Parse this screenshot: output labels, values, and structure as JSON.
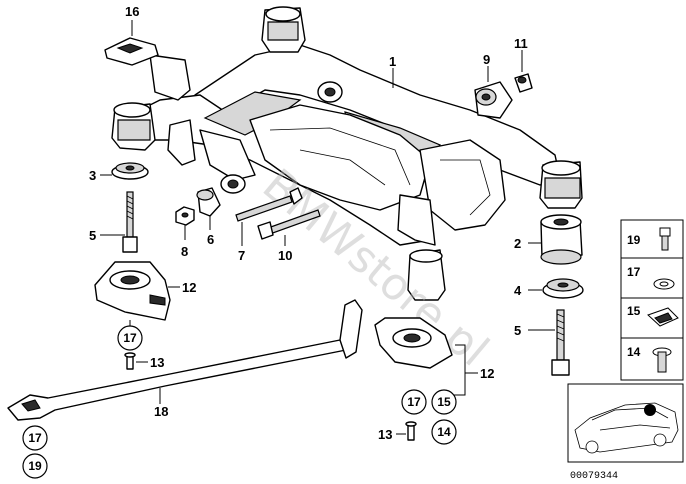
{
  "labels": {
    "p1": "1",
    "p2": "2",
    "p3": "3",
    "p4": "4",
    "p5a": "5",
    "p5b": "5",
    "p6": "6",
    "p7": "7",
    "p8": "8",
    "p9": "9",
    "p10": "10",
    "p11": "11",
    "p12a": "12",
    "p12b": "12",
    "p13a": "13",
    "p13b": "13",
    "p16": "16",
    "p18": "18"
  },
  "circled": {
    "c17a": "17",
    "c17b": "17",
    "c17c": "17",
    "c19": "19",
    "c15": "15",
    "c14": "14"
  },
  "legend": {
    "items": [
      {
        "num": "19"
      },
      {
        "num": "17"
      },
      {
        "num": "15"
      },
      {
        "num": "14"
      }
    ]
  },
  "watermark": "BMWstore.pl",
  "diagram_number": "00079344"
}
